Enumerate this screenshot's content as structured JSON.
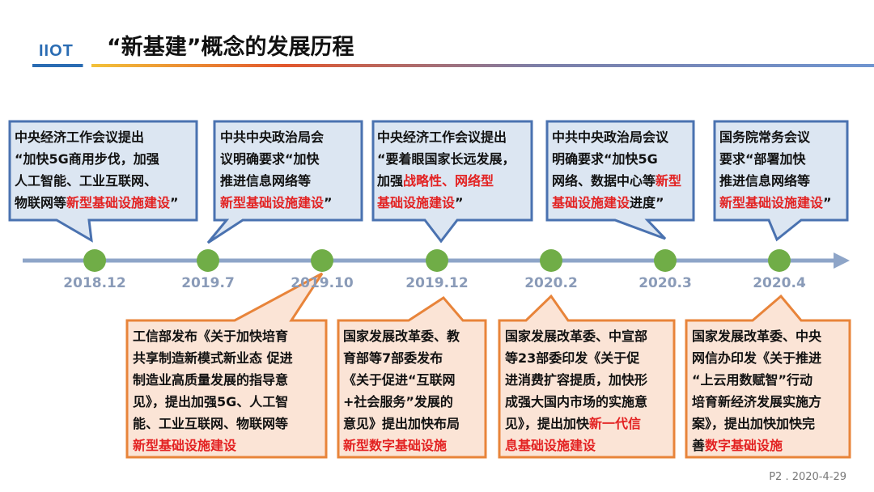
{
  "header": {
    "logo_text": "IIOT",
    "title": "“新基建”概念的发展历程"
  },
  "colors": {
    "top_fill": "#dce6f2",
    "top_border": "#4a72b0",
    "bottom_fill": "#fbe4d6",
    "bottom_border": "#e8843a",
    "dot": "#70ad47",
    "axis": "#8ea5c8",
    "highlight": "#e32222"
  },
  "timeline": {
    "dates": [
      "2018.12",
      "2019.7",
      "2019.10",
      "2019.12",
      "2020.2",
      "2020.3",
      "2020.4"
    ]
  },
  "top_events": [
    {
      "segments": [
        {
          "t": "中央经济工作会议提出\n“加快5G商用步伐，加强\n人工智能、工业互联网、\n物联网等",
          "red": false
        },
        {
          "t": "新型基础设施建设",
          "red": true
        },
        {
          "t": "”",
          "red": false
        }
      ]
    },
    {
      "segments": [
        {
          "t": "中共中央政治局会\n议明确要求“加快\n推进信息网络等\n",
          "red": false
        },
        {
          "t": "新型基础设施建设",
          "red": true
        },
        {
          "t": "”",
          "red": false
        }
      ]
    },
    {
      "segments": [
        {
          "t": "中央经济工作会议提出\n“要着眼国家长远发展，\n加强",
          "red": false
        },
        {
          "t": "战略性、网络型\n基础设施建设",
          "red": true
        },
        {
          "t": "”",
          "red": false
        }
      ]
    },
    {
      "segments": [
        {
          "t": "中共中央政治局会议\n明确要求“加快5G\n网络、数据中心等",
          "red": false
        },
        {
          "t": "新型\n基础设施建设",
          "red": true
        },
        {
          "t": "进度”",
          "red": false
        }
      ]
    },
    {
      "segments": [
        {
          "t": "国务院常务会议\n要求“部署加快\n推进信息网络等\n",
          "red": false
        },
        {
          "t": "新型基础设施建设",
          "red": true
        },
        {
          "t": "”",
          "red": false
        }
      ]
    }
  ],
  "bottom_events": [
    {
      "segments": [
        {
          "t": "工信部发布《关于加快培育\n共享制造新模式新业态 促进\n制造业高质量发展的指导意\n见》，提出加强5G、人工智\n能、工业互联网、物联网等\n",
          "red": false
        },
        {
          "t": "新型基础设施建设",
          "red": true
        }
      ]
    },
    {
      "segments": [
        {
          "t": "国家发展改革委、教\n育部等7部委发布\n《关于促进“互联网\n+社会服务”发展的\n意见》提出加快布局\n",
          "red": false
        },
        {
          "t": "新型数字基础设施",
          "red": true
        }
      ]
    },
    {
      "segments": [
        {
          "t": "国家发展改革委、中宣部\n等23部委印发《关于促\n进消费扩容提质，加快形\n成强大国内市场的实施意\n见》，提出加快",
          "red": false
        },
        {
          "t": "新一代信\n息基础设施建设",
          "red": true
        }
      ]
    },
    {
      "segments": [
        {
          "t": "国家发展改革委、中央\n网信办印发《关于推进\n“上云用数赋智”行动\n培育新经济发展实施方\n案》，提出加快加快完\n善",
          "red": false
        },
        {
          "t": "数字基础设施",
          "red": true
        }
      ]
    }
  ],
  "footer": {
    "page": "P2 . 2020-4-29"
  }
}
